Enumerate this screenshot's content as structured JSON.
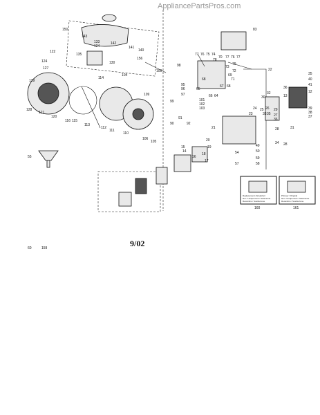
{
  "watermark": "AppliancePartsPros.com",
  "date_code": "9/02",
  "part_labels": [
    "150",
    "143",
    "142",
    "141",
    "140",
    "133",
    "124",
    "135",
    "130",
    "122",
    "124",
    "127",
    "156",
    "100",
    "98",
    "95",
    "96",
    "97",
    "104",
    "114",
    "129",
    "128",
    "121",
    "120",
    "116",
    "115",
    "113",
    "112",
    "111",
    "110",
    "109",
    "99",
    "101",
    "102",
    "103",
    "91",
    "92",
    "90",
    "106",
    "105",
    "77",
    "76",
    "75",
    "74",
    "70",
    "73",
    "79",
    "78",
    "77",
    "76",
    "77",
    "68",
    "72",
    "65",
    "66",
    "67",
    "68",
    "71",
    "69",
    "64",
    "22",
    "83",
    "32",
    "30",
    "28",
    "29",
    "27",
    "26",
    "25",
    "24",
    "23",
    "21",
    "20",
    "19",
    "18",
    "17",
    "16",
    "15",
    "14",
    "13",
    "12",
    "36",
    "35",
    "40",
    "41",
    "39",
    "38",
    "37",
    "36",
    "35",
    "33",
    "31",
    "34",
    "28",
    "49",
    "50",
    "59",
    "58",
    "57",
    "54",
    "55",
    "60",
    "159"
  ],
  "sub_items": [
    {
      "number": "160",
      "caption_lines": [
        "Replacement / Ersatzteil",
        "Nur / Uniquement / Solamente",
        "Recambio / Sostituzione"
      ]
    },
    {
      "number": "161",
      "caption_lines": [
        "Primary / Original",
        "Nur / Uniquement / Solamente",
        "Recambio / Sostituzione"
      ]
    }
  ]
}
